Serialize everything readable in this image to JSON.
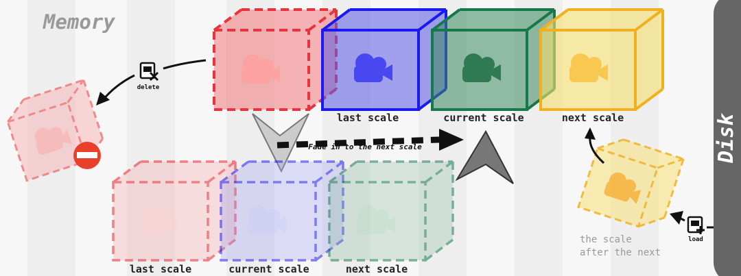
{
  "title": "Memory",
  "disk_label": "Disk",
  "fade_label": "Fade in to the next scale",
  "delete_label": "delete",
  "load_label": "load",
  "top_row": {
    "last": "last scale",
    "current": "current scale",
    "next": "next scale"
  },
  "bottom_row": {
    "last": "last scale",
    "current": "current scale",
    "next": "next scale"
  },
  "after_next": {
    "line1": "the scale",
    "line2": "after the next"
  },
  "colors": {
    "red": "#e8202a",
    "blue": "#1a1aee",
    "green": "#17784a",
    "yellow": "#f0b020",
    "disk_bar": "#666666",
    "stripe_light": "#f7f7f7",
    "stripe_dark": "#eeeeee"
  }
}
